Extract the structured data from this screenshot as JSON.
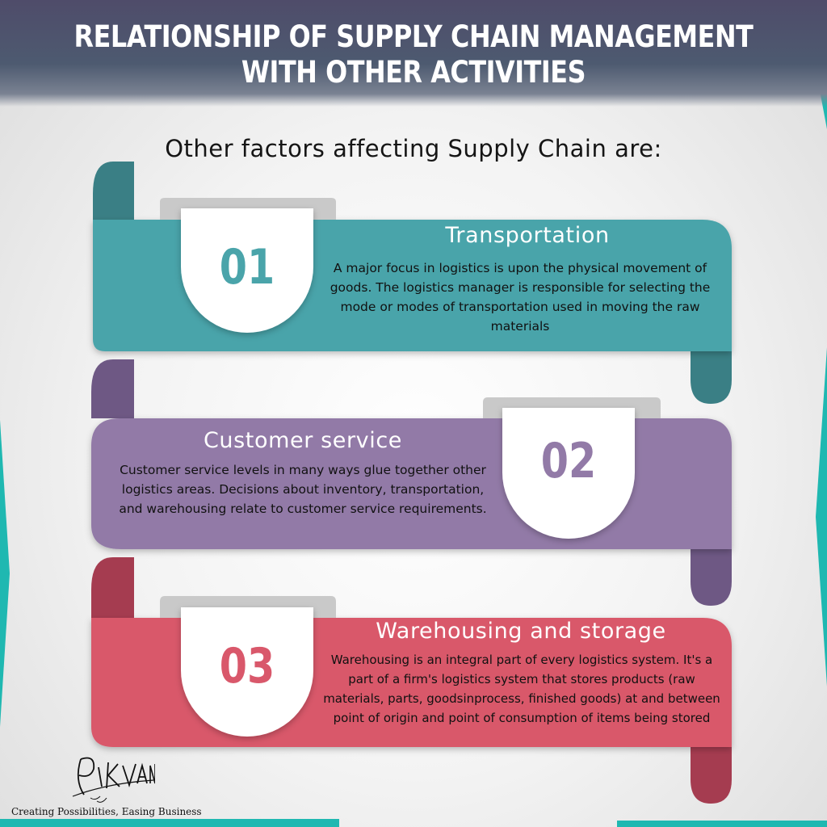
{
  "header": {
    "title": "RELATIONSHIP OF SUPPLY CHAIN MANAGEMENT\nWITH OTHER ACTIVITIES"
  },
  "subtitle": "Other factors affecting Supply Chain are:",
  "items": [
    {
      "number": "01",
      "title": "Transportation",
      "body": "A major focus in logistics is upon the physical movement of goods. The logistics manager is responsible for selecting the mode or modes of transportation used in moving the raw materials",
      "color": "#4aa4aa",
      "dark_color": "#3a7f85"
    },
    {
      "number": "02",
      "title": "Customer service",
      "body": "Customer service levels in many ways glue together other logistics areas. Decisions about inventory, transportation, and warehousing relate to customer service requirements.",
      "color": "#927aa7",
      "dark_color": "#6e5884"
    },
    {
      "number": "03",
      "title": "Warehousing and storage",
      "body": "Warehousing is an integral part of every logistics system. It's a part of a firm's logistics system that stores products (raw materials, parts, goodsinprocess, finished goods) at and between point of origin and point of consumption of items being stored",
      "color": "#d9586b",
      "dark_color": "#a53c50"
    }
  ],
  "footer": {
    "logo_text": "PIKVAN",
    "tagline": "Creating Possibilities, Easing Business"
  },
  "colors": {
    "accent_corner": "#1fb8b1",
    "header_bg": "#4e5470"
  }
}
